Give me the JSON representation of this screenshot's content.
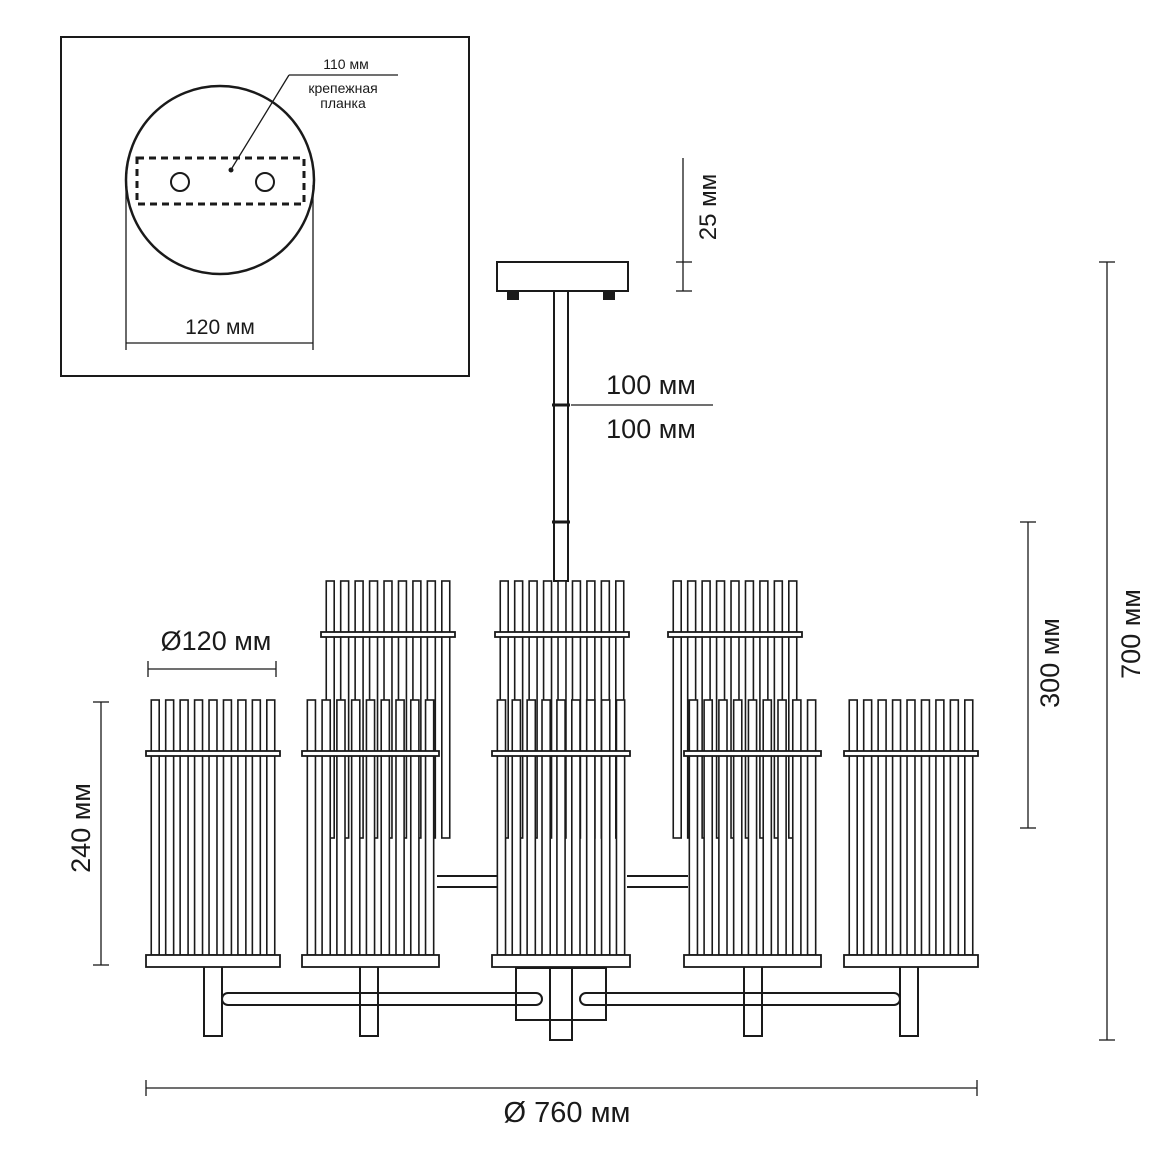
{
  "inset": {
    "bar_length": "110 мм",
    "bar_label_line1": "крепежная",
    "bar_label_line2": "планка",
    "canopy_diameter": "120 мм"
  },
  "dimensions": {
    "canopy_height": "25 мм",
    "rod_segment_1": "100 мм",
    "rod_segment_2": "100 мм",
    "shade_diameter": "Ø120 мм",
    "shade_height": "240 мм",
    "inner_height": "300 мм",
    "total_height": "700 мм",
    "total_diameter": "Ø 760 мм"
  },
  "shades": {
    "back_row": 3,
    "front_row": 5,
    "rods_per_shade": 9
  }
}
